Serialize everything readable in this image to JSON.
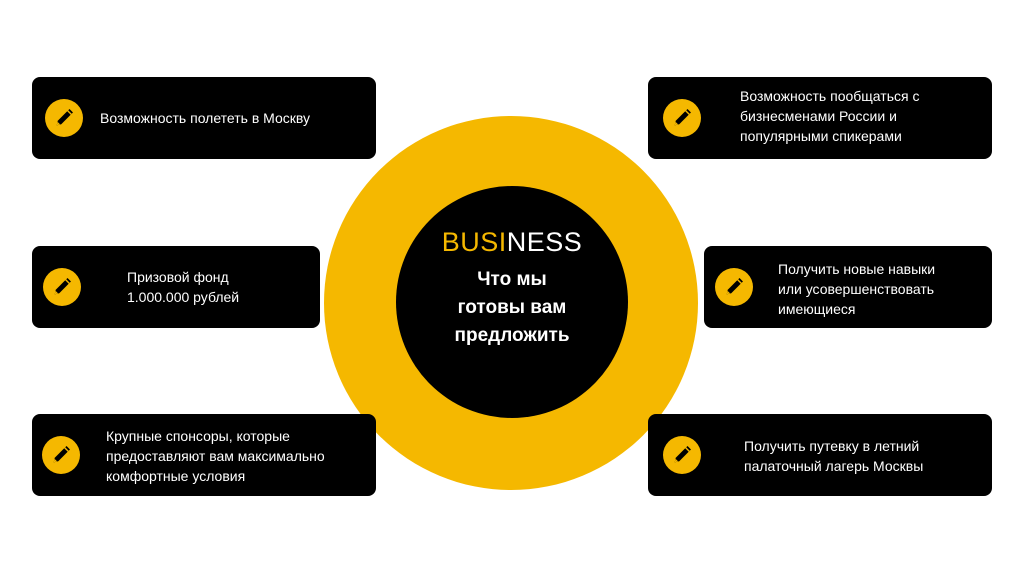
{
  "center": {
    "title_accent": "BUSI",
    "title_rest": "NESS",
    "subtitle": "Что мы\nготовы вам\nпредложить"
  },
  "cards": [
    {
      "icon": "pencil-icon",
      "text": "Возможность полететь в Москву"
    },
    {
      "icon": "pencil-icon",
      "text": "Призовой фонд\n1.000.000 рублей"
    },
    {
      "icon": "pencil-icon",
      "text": "Крупные спонсоры, которые\nпредоставляют вам максимально\nкомфортные условия"
    },
    {
      "icon": "pencil-icon",
      "text": "Возможность пообщаться с\nбизнесменами России и\nпопулярными спикерами"
    },
    {
      "icon": "pencil-icon",
      "text": "Получить новые навыки\nили усовершенствовать\nимеющиеся"
    },
    {
      "icon": "pencil-icon",
      "text": "Получить путевку в летний\nпалаточный лагерь Москвы"
    }
  ],
  "colors": {
    "accent": "#f5b800",
    "card_background": "#000000",
    "text": "#ffffff"
  }
}
